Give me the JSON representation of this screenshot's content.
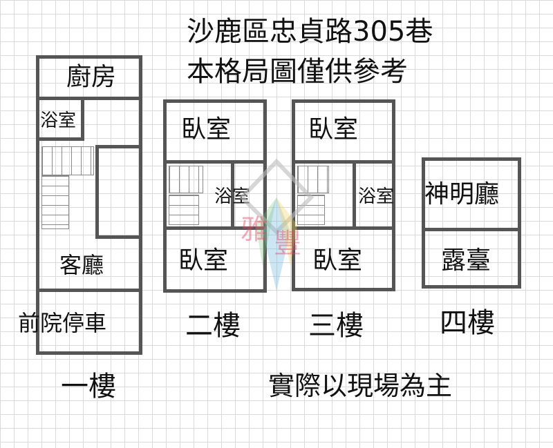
{
  "header": {
    "address": "沙鹿區忠貞路305巷",
    "disclaimer": "本格局圖僅供參考"
  },
  "floors": {
    "f1": {
      "label": "一樓",
      "rooms": {
        "kitchen": "廚房",
        "bath": "浴室",
        "living": "客廳",
        "front": "前院停車"
      }
    },
    "f2": {
      "label": "二樓",
      "rooms": {
        "bedroom_top": "臥室",
        "bath": "浴室",
        "bedroom_bottom": "臥室"
      }
    },
    "f3": {
      "label": "三樓",
      "rooms": {
        "bedroom_top": "臥室",
        "bath": "浴室",
        "bedroom_bottom": "臥室"
      }
    },
    "f4": {
      "label": "四樓",
      "rooms": {
        "shrine": "神明廳",
        "terrace": "露臺"
      }
    }
  },
  "footer": {
    "note": "實際以現場為主"
  },
  "watermark": {
    "text": "雅豐",
    "colors": [
      "#e04a66",
      "#6fb7e0",
      "#f2d15c",
      "#7ec47e"
    ]
  }
}
